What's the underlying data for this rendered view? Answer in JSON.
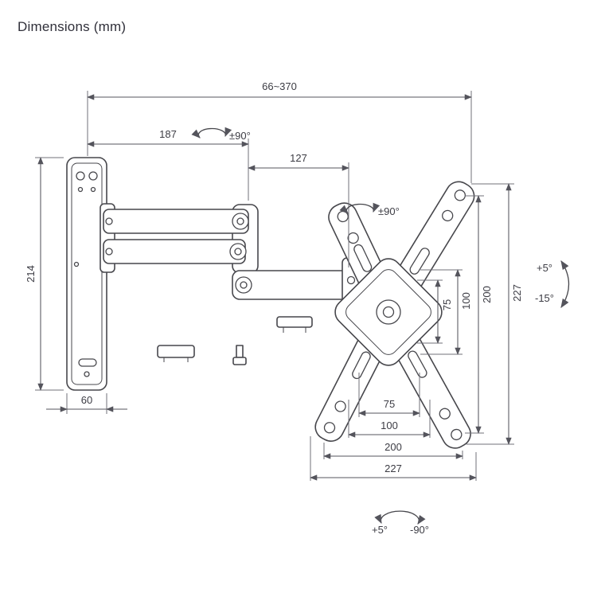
{
  "title": "Dimensions (mm)",
  "dimensions": {
    "depth_range": "66~370",
    "arm_section_1": "187",
    "arm_section_2": "127",
    "swivel_arm": "±90°",
    "swivel_plate": "±90°",
    "wall_plate_height": "214",
    "wall_plate_width": "60",
    "vesa_vertical_75": "75",
    "vesa_vertical_100": "100",
    "vesa_vertical_200": "200",
    "plate_height_227": "227",
    "tilt_up": "+5°",
    "tilt_down": "-15°",
    "vesa_horizontal_75": "75",
    "vesa_horizontal_100": "100",
    "vesa_horizontal_200": "200",
    "plate_width_227": "227",
    "rotation_plus": "+5°",
    "rotation_minus": "-90°"
  }
}
